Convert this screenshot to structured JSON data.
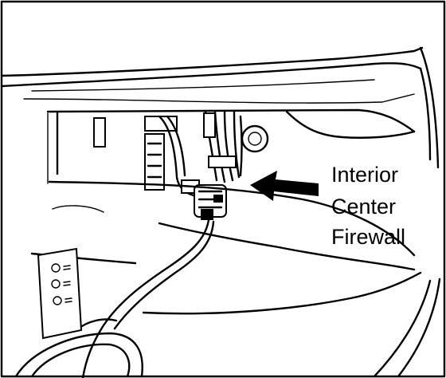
{
  "callout": {
    "line1": "Interior",
    "line2": "Center",
    "line3": "Firewall"
  },
  "colors": {
    "ink": "#000000",
    "paper": "#ffffff"
  }
}
